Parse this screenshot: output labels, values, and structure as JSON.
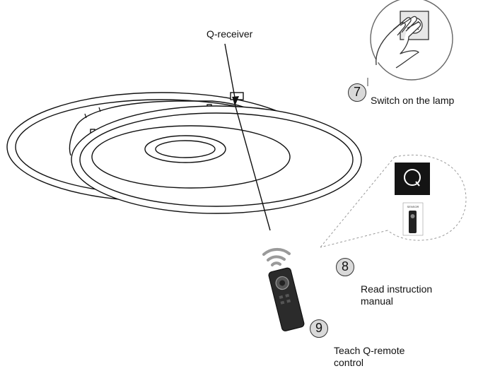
{
  "labels": {
    "receiver": "Q-receiver"
  },
  "steps": [
    {
      "number": "7",
      "text": "Switch on the lamp"
    },
    {
      "number": "8",
      "text": "Read instruction\nmanual"
    },
    {
      "number": "9",
      "text": "Teach Q-remote\ncontrol"
    }
  ],
  "manual": {
    "logo_glyph": "Q",
    "cover_text": "SENSOR"
  },
  "colors": {
    "outline": "#111111",
    "remote_body": "#2b2b2b",
    "step_badge": "#d9d9d9",
    "booklet": "#141414",
    "dashed": "#9a9a9a"
  },
  "icons": [
    "hand-switch-icon",
    "wifi-signal-icon",
    "remote-control-icon",
    "manual-booklet-icon"
  ]
}
